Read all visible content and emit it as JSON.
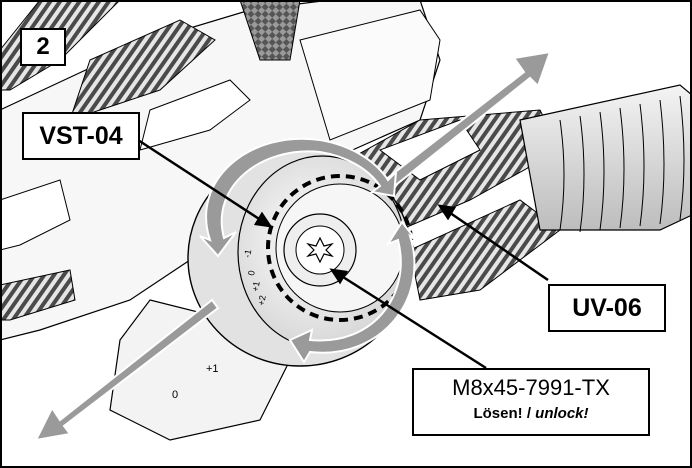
{
  "step_number": "2",
  "labels": {
    "vst": "VST-04",
    "uv": "UV-06",
    "screw_spec": "M8x45-7991-TX",
    "screw_action_de": "Lösen!",
    "screw_action_sep": " / ",
    "screw_action_en": "unlock!"
  },
  "scale_marks": [
    "-1",
    "0",
    "+1",
    "+2"
  ],
  "lower_marks": [
    "+1",
    "0"
  ],
  "colors": {
    "arrow_gray": "#9a9a9a",
    "arrow_outline": "#ffffff",
    "line": "#000000",
    "stripe": "#4a4a4a"
  },
  "icons": [
    "rotation-arrow-icon",
    "straight-arrow-icon",
    "torx-icon",
    "serrated-ring-icon"
  ]
}
